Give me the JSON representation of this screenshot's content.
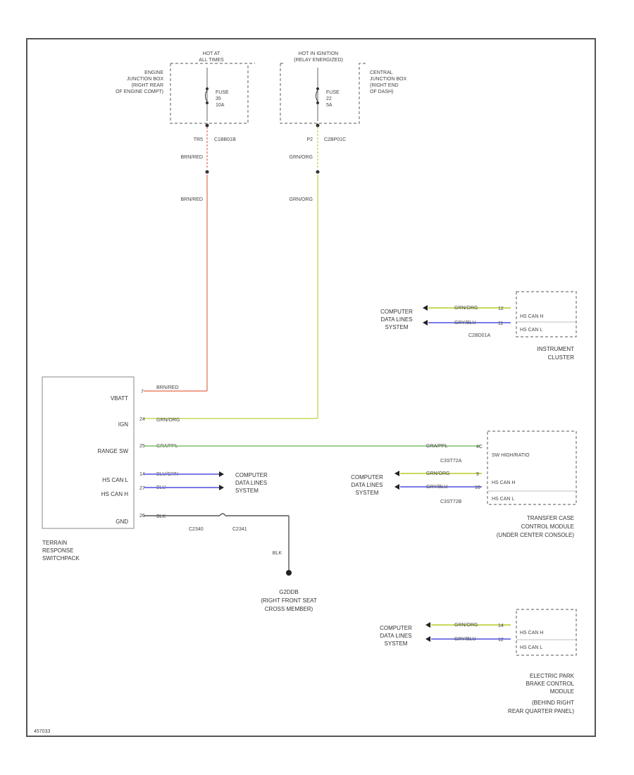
{
  "colors": {
    "border": "#555555",
    "wire_red": "#e8806a",
    "wire_yelgrn": "#c9d85a",
    "wire_green": "#7bbf6a",
    "wire_blue": "#7a7ae8",
    "wire_black": "#555555"
  },
  "fuse_left": {
    "hot_label": [
      "HOT AT",
      "ALL TIMES"
    ],
    "box_label": [
      "ENGINE",
      "JUNCTION BOX",
      "(RIGHT REAR",
      "OF ENGINE COMPT)"
    ],
    "fuse": [
      "FUSE",
      "35",
      "10A"
    ],
    "pin": "TR5",
    "connector": "C1BB01B",
    "wire_top": "BRN/RED",
    "wire_mid": "BRN/RED"
  },
  "fuse_right": {
    "hot_label": [
      "HOT IN IGNITION",
      "(RELAY ENERGIZED)"
    ],
    "box_label": [
      "CENTRAL",
      "JUNCTION BOX",
      "(RIGHT END",
      "OF DASH)"
    ],
    "fuse": [
      "FUSE",
      "22",
      "5A"
    ],
    "pin": "P2",
    "connector": "C2BP01C",
    "wire_top": "GRN/ORG",
    "wire_mid": "GRN/ORG"
  },
  "terrain": {
    "pins": [
      "VBATT",
      "IGN",
      "RANGE SW",
      "HS CAN L",
      "HS CAN H",
      "GND"
    ],
    "pin_nums": [
      "7",
      "24",
      "25",
      "14",
      "27",
      "26"
    ],
    "wires": [
      "BRN/RED",
      "GRN/ORG",
      "GRA/PPL",
      "BLU/GRN",
      "BLU",
      "BLK"
    ],
    "label": [
      "TERRAIN",
      "RESPONSE",
      "SWITCHPACK"
    ],
    "data_label": [
      "COMPUTER",
      "DATA LINES",
      "SYSTEM"
    ]
  },
  "ground": {
    "conn1": "C2340",
    "conn2": "C2341",
    "wire": "BLK",
    "label": [
      "G2DDB",
      "(RIGHT FRONT SEAT",
      "CROSS MEMBER)"
    ]
  },
  "instrument_cluster": {
    "data_label": [
      "COMPUTER",
      "DATA LINES",
      "SYSTEM"
    ],
    "wires": [
      "GRN/ORG",
      "GRY/BLU"
    ],
    "pins": [
      "HS CAN H",
      "HS CAN L"
    ],
    "pin_nums": [
      "12",
      "11"
    ],
    "connector": "C2BD01A",
    "label": [
      "INSTRUMENT",
      "CLUSTER"
    ]
  },
  "transfer_case": {
    "range_wire": "GRA/PPL",
    "range_pin": "4C",
    "range_connector": "C3ST72A",
    "range_text": "SW HIGH/RATIO",
    "data_label": [
      "COMPUTER",
      "DATA LINES",
      "SYSTEM"
    ],
    "wires": [
      "GRN/ORG",
      "GRY/BLU"
    ],
    "pins": [
      "HS CAN H",
      "HS CAN L"
    ],
    "pin_nums": [
      "9",
      "10"
    ],
    "connector": "C3ST72B",
    "label": [
      "TRANSFER CASE",
      "CONTROL MODULE",
      "(UNDER CENTER CONSOLE)"
    ]
  },
  "park_brake": {
    "data_label": [
      "COMPUTER",
      "DATA LINES",
      "SYSTEM"
    ],
    "wires": [
      "GRN/ORG",
      "GRY/BLU"
    ],
    "pins": [
      "HS CAN H",
      "HS CAN L"
    ],
    "pin_nums": [
      "14",
      "12"
    ],
    "label": [
      "ELECTRIC PARK",
      "BRAKE CONTROL",
      "MODULE",
      "(BEHIND RIGHT",
      "REAR QUARTER PANEL)"
    ]
  },
  "footer_id": "457033"
}
